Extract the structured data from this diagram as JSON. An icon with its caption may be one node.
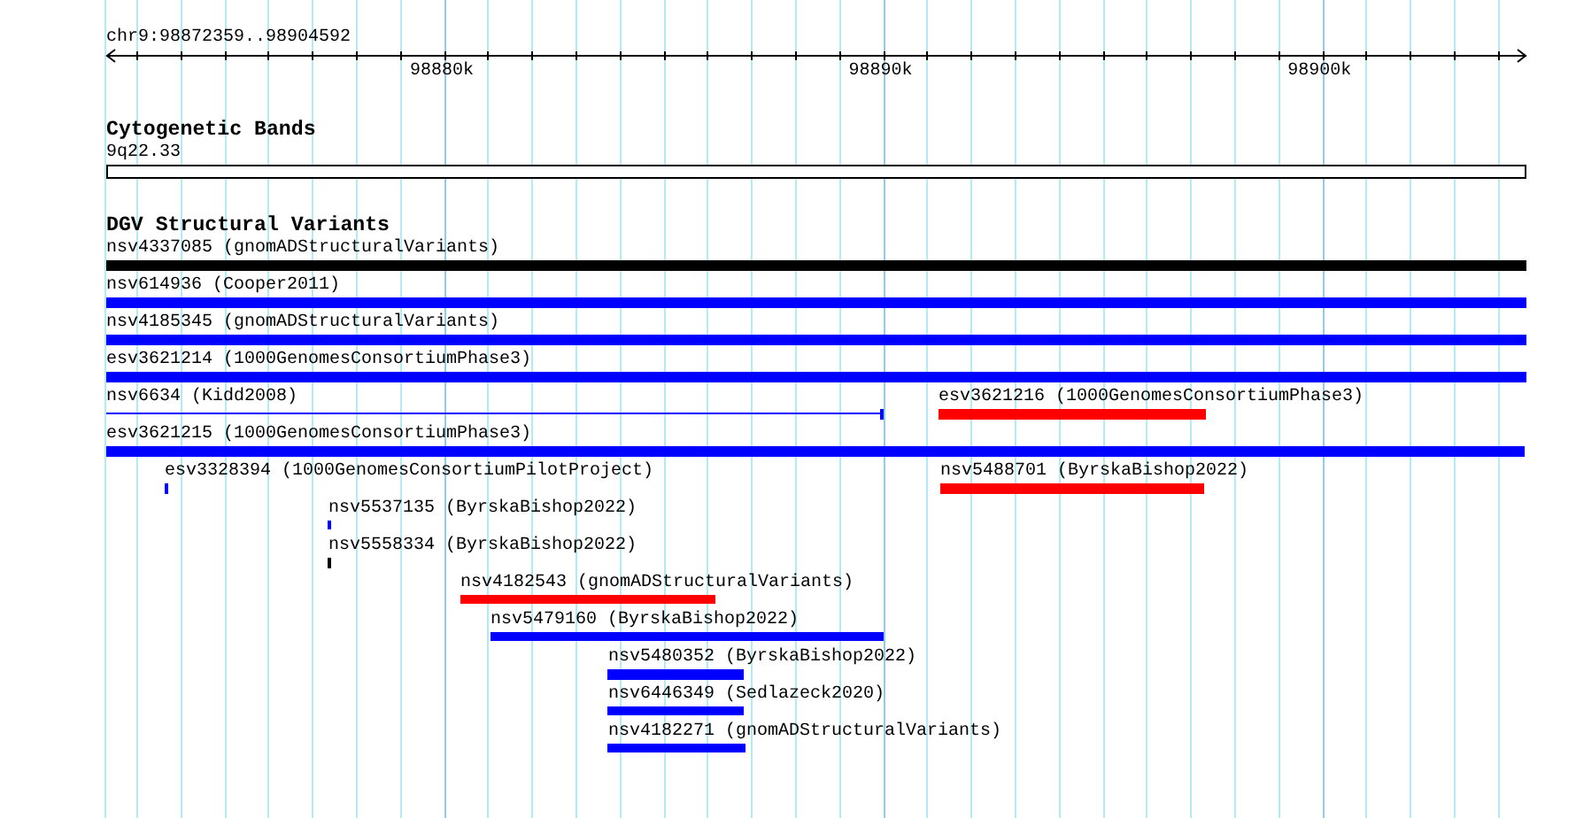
{
  "diagram": {
    "title": "chr9:98872359..98904592",
    "nodes": [
      {
        "text": [
          "9q22.33"
        ]
      },
      {
        "text": [
          "nsv4337085 (gnomADStructuralVariants)"
        ]
      },
      {
        "text": [
          "nsv614936 (Cooper2011)"
        ]
      },
      {
        "text": [
          "nsv4185345 (gnomADStructuralVariants)"
        ]
      },
      {
        "text": [
          "esv3621214 (1000GenomesConsortiumPhase3)"
        ]
      },
      {
        "text": [
          "nsv6634 (Kidd2008)"
        ]
      },
      {
        "text": [
          "esv3621216 (1000GenomesConsortiumPhase3)"
        ]
      },
      {
        "text": [
          "esv3621215 (1000GenomesConsortiumPhase3)"
        ]
      },
      {
        "text": [
          "esv3328394 (1000GenomesConsortiumPilotProject)"
        ]
      },
      {
        "text": [
          "nsv5488701 (ByrskaBishop2022)"
        ]
      },
      {
        "text": [
          "nsv5537135 (ByrskaBishop2022)"
        ]
      },
      {
        "text": [
          "nsv5558334 (ByrskaBishop2022)"
        ]
      },
      {
        "text": [
          "nsv4182543 (gnomADStructuralVariants)"
        ]
      },
      {
        "text": [
          "nsv5479160 (ByrskaBishop2022)"
        ]
      },
      {
        "text": [
          "nsv5480352 (ByrskaBishop2022)"
        ]
      },
      {
        "text": [
          "nsv6446349 (Sedlazeck2020)"
        ]
      },
      {
        "text": [
          "nsv4182271 (gnomADStructuralVariants)"
        ]
      }
    ],
    "labels": [
      "98880k",
      "98890k",
      "98900k",
      "Cytogenetic Bands",
      "DGV Structural Variants"
    ]
  }
}
